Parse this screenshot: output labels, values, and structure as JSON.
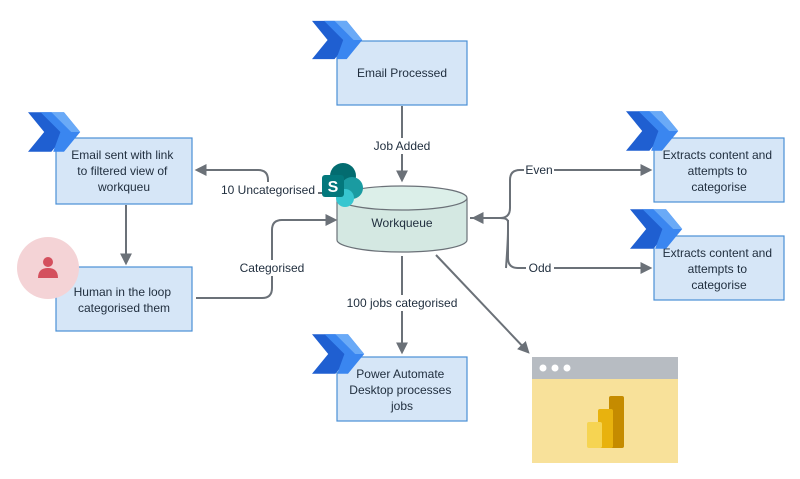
{
  "nodes": {
    "email_processed": {
      "text": [
        "Email Processed"
      ]
    },
    "email_sent": {
      "text": [
        "Email sent with link",
        "to filtered view of",
        "workqueu"
      ]
    },
    "human_loop": {
      "text": [
        "Human in the loop",
        "categorised them"
      ]
    },
    "workqueue": {
      "text": [
        "Workqueue"
      ]
    },
    "extracts_even": {
      "text": [
        "Extracts content and",
        "attempts to",
        "categorise"
      ]
    },
    "extracts_odd": {
      "text": [
        "Extracts content and",
        "attempts to",
        "categorise"
      ]
    },
    "pad_processes": {
      "text": [
        "Power Automate",
        "Desktop processes",
        "jobs"
      ]
    }
  },
  "edges": {
    "job_added": "Job Added",
    "uncategorised": "10 Uncategorised",
    "categorised": "Categorised",
    "even": "Even",
    "odd": "Odd",
    "jobs_categorised": "100 jobs categorised"
  },
  "icons": {
    "power_automate": "power-automate-icon",
    "sharepoint": "sharepoint-icon",
    "person": "person-icon",
    "power_bi": "power-bi-icon"
  },
  "colors": {
    "box_fill": "#d6e6f7",
    "box_stroke": "#4a8fd6",
    "cylinder_fill": "#d4e8e2",
    "arrow": "#6b7178",
    "pa_blue": "#1f6fe0",
    "sharepoint_teal": "#038387",
    "person_bg": "#f4d3d6",
    "person_fg": "#d4505e",
    "powerbi_yellow": "#f2c811",
    "window_bar": "#b7bcc2",
    "window_body": "#f8e19a"
  }
}
